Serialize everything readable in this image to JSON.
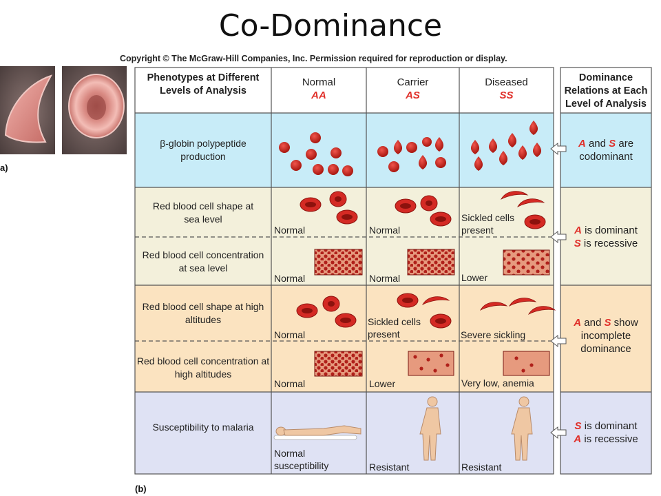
{
  "title": "Co-Dominance",
  "copyright": "Copyright © The McGraw-Hill Companies, Inc. Permission required for reproduction or display.",
  "panel_labels": {
    "a": "a)",
    "b": "(b)"
  },
  "header": {
    "phenotypes": "Phenotypes at Different Levels of Analysis",
    "normal": "Normal",
    "normal_genotype": "AA",
    "carrier": "Carrier",
    "carrier_genotype": "AS",
    "diseased": "Diseased",
    "diseased_genotype": "SS",
    "dominance": "Dominance Relations at Each Level of Analysis"
  },
  "rows": {
    "globin": {
      "label": "β-globin polypeptide production"
    },
    "shape_sea": {
      "label": "Red blood cell shape at sea level",
      "normal": "Normal",
      "carrier": "Normal",
      "diseased": "Sickled cells present"
    },
    "conc_sea": {
      "label": "Red blood cell concentration at sea level",
      "normal": "Normal",
      "carrier": "Normal",
      "diseased": "Lower"
    },
    "shape_high": {
      "label": "Red blood cell shape at high altitudes",
      "normal": "Normal",
      "carrier": "Sickled cells present",
      "diseased": "Severe sickling"
    },
    "conc_high": {
      "label": "Red blood cell concentration at high altitudes",
      "normal": "Normal",
      "carrier": "Lower",
      "diseased": "Very low, anemia"
    },
    "malaria": {
      "label": "Susceptibility to malaria",
      "normal": "Normal susceptibility",
      "carrier": "Resistant",
      "diseased": "Resistant"
    }
  },
  "dominance": {
    "d1": {
      "a": "A",
      "and": " and ",
      "s": "S",
      "rest": " are",
      "line2": "codominant"
    },
    "d2": {
      "a": "A",
      "line1": " is dominant",
      "s": "S",
      "line2": " is recessive"
    },
    "d3": {
      "a": "A",
      "and": " and ",
      "s": "S",
      "rest": " show",
      "line2": "incomplete",
      "line3": "dominance"
    },
    "d4": {
      "s": "S",
      "line1": " is dominant",
      "a": "A",
      "line2": " is recessive"
    }
  },
  "colors": {
    "row_blue": "#c8ecf8",
    "row_cream": "#f3f0db",
    "row_peach": "#fbe3c0",
    "row_lavender": "#dfe2f4",
    "cell_red": "#d42a24",
    "genotype_red": "#e0302a"
  }
}
